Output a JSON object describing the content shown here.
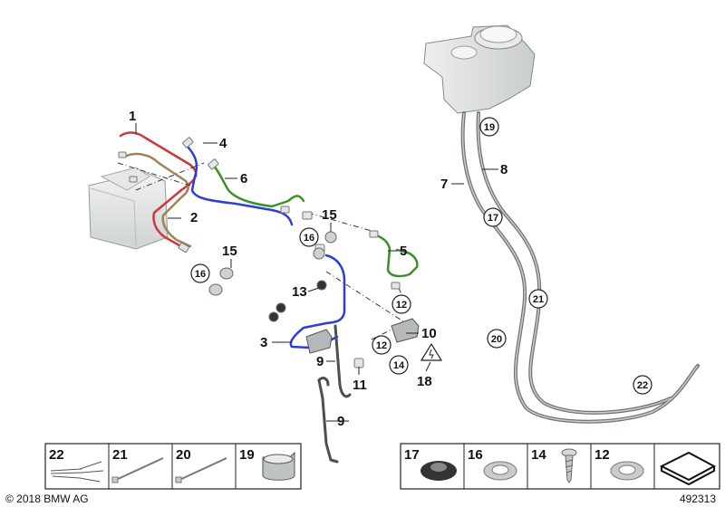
{
  "callouts": {
    "c1": "1",
    "c2": "2",
    "c3": "3",
    "c4": "4",
    "c5": "5",
    "c6": "6",
    "c7": "7",
    "c8": "8",
    "c9a": "9",
    "c9b": "9",
    "c10": "10",
    "c11": "11",
    "c13": "13",
    "c15a": "15",
    "c15b": "15",
    "c18": "18"
  },
  "circled": {
    "c12a": "12",
    "c12b": "12",
    "c14": "14",
    "c16a": "16",
    "c16b": "16",
    "c17": "17",
    "c19": "19",
    "c20": "20",
    "c21": "21",
    "c22": "22"
  },
  "legend_left": [
    "22",
    "21",
    "20",
    "19"
  ],
  "legend_right": [
    "17",
    "16",
    "14",
    "12"
  ],
  "footer": {
    "copyright": "© 2018 BMW AG",
    "diagram_number": "492313"
  },
  "colors": {
    "red_line": "#d0393b",
    "tan_line": "#a0825a",
    "blue_line": "#2b3fd6",
    "green_line": "#3d8f2b",
    "hose": "#6f7670",
    "part_gray": "#d9dcdc"
  }
}
